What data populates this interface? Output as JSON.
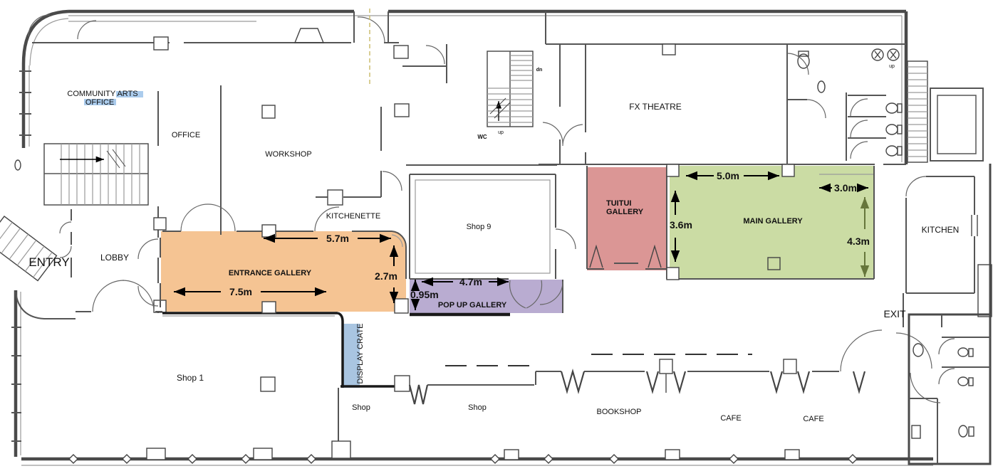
{
  "colors": {
    "entrance_gallery": "#F5C493",
    "popup_gallery": "#B9ACD1",
    "tuitui_gallery": "#DB9695",
    "main_gallery": "#CBDCA4",
    "display_crate": "#A9C5E1",
    "text_highlight": "#9CC3EA",
    "dim_olive": "#66763B",
    "stair_dn_red": "#CC0000"
  },
  "rooms": {
    "community_arts_line1": "COMMUNITY ARTS",
    "community_arts_line2": "OFFICE",
    "office": "OFFICE",
    "workshop": "WORKSHOP",
    "kitchenette": "KITCHENETTE",
    "shop9": "Shop 9",
    "fx_theatre": "FX THEATRE",
    "tuitui_line1": "TUITUI",
    "tuitui_line2": "GALLERY",
    "main_gallery": "MAIN GALLERY",
    "kitchen": "KITCHEN",
    "entry": "ENTRY",
    "lobby": "LOBBY",
    "entrance_gallery": "ENTRANCE GALLERY",
    "popup_gallery": "POP UP GALLERY",
    "display_crate": "DISPLAY CRATE",
    "exit": "EXIT",
    "shop1": "Shop 1",
    "shop_left": "Shop",
    "shop_mid": "Shop",
    "bookshop": "BOOKSHOP",
    "cafe_left": "CAFE",
    "cafe_right": "CAFE",
    "wc": "WC",
    "up_stairs_mid": "up",
    "up_stairs_right": "up",
    "dn": "dn"
  },
  "dims": {
    "entrance_top": "5.7m",
    "entrance_right": "2.7m",
    "entrance_bottom": "7.5m",
    "popup_width": "4.7m",
    "popup_depth": "0.95m",
    "main_top": "5.0m",
    "main_left": "3.6m",
    "main_topright": "3.0m",
    "main_right": "4.3m"
  }
}
